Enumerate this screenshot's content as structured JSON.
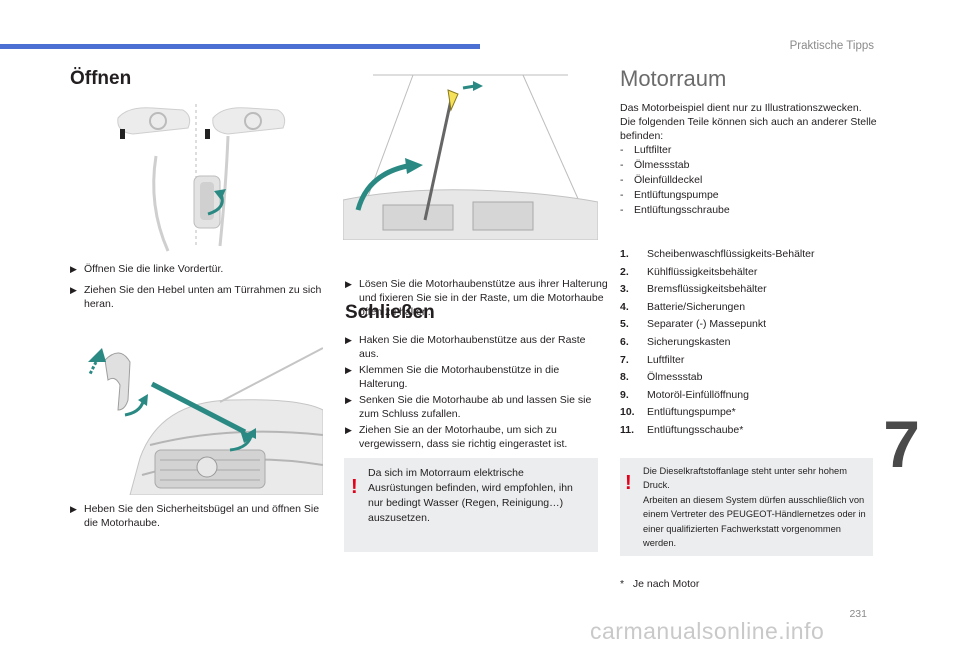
{
  "header": {
    "section": "Praktische Tipps"
  },
  "col1": {
    "title": "Öffnen",
    "bullets": [
      "Öffnen Sie die linke Vordertür.",
      "Ziehen Sie den Hebel unten am Türrahmen zu sich heran."
    ],
    "bullet3": "Heben Sie den Sicherheitsbügel an und öffnen Sie die Motorhaube."
  },
  "col2": {
    "bullet1": "Lösen Sie die Motorhaubenstütze aus ihrer Halterung und fixieren Sie sie in der Raste, um die Motorhaube offen zu halten.",
    "close_title": "Schließen",
    "close_bullets": [
      "Haken Sie die Motorhaubenstütze aus der Raste aus.",
      "Klemmen Sie die Motorhaubenstütze in die Halterung.",
      "Senken Sie die Motorhaube ab und lassen Sie sie zum Schluss zufallen.",
      "Ziehen Sie an der Motorhaube, um sich zu vergewissern, dass sie richtig eingerastet ist."
    ],
    "warning": "Da sich im Motorraum elektrische Ausrüstungen befinden, wird empfohlen, ihn nur bedingt Wasser (Regen, Reinigung…) auszusetzen."
  },
  "col3": {
    "title": "Motorraum",
    "intro1": "Das Motorbeispiel dient nur zu Illustrationszwecken.",
    "intro2": "Die folgenden Teile können sich auch an anderer Stelle befinden:",
    "dash_items": [
      "Luftfilter",
      "Ölmessstab",
      "Öleinfülldeckel",
      "Entlüftungspumpe",
      "Entlüftungsschraube"
    ],
    "numbered": [
      {
        "n": "1.",
        "t": "Scheibenwaschflüssigkeits-Behälter"
      },
      {
        "n": "2.",
        "t": "Kühlflüssigkeitsbehälter"
      },
      {
        "n": "3.",
        "t": "Bremsflüssigkeitsbehälter"
      },
      {
        "n": "4.",
        "t": "Batterie/Sicherungen"
      },
      {
        "n": "5.",
        "t": "Separater (-) Massepunkt"
      },
      {
        "n": "6.",
        "t": "Sicherungskasten"
      },
      {
        "n": "7.",
        "t": "Luftfilter"
      },
      {
        "n": "8.",
        "t": "Ölmessstab"
      },
      {
        "n": "9.",
        "t": "Motoröl-Einfüllöffnung"
      },
      {
        "n": "10.",
        "t": "Entlüftungspumpe*"
      },
      {
        "n": "11.",
        "t": "Entlüftungsschaube*"
      }
    ],
    "warning1": "Die Dieselkraftstoffanlage steht unter sehr hohem Druck.",
    "warning2": "Arbeiten an diesem System dürfen ausschließlich von einem Vertreter des PEUGEOT-Händlernetzes oder in einer qualifizierten Fachwerkstatt vorgenommen werden.",
    "footnote_mark": "*",
    "footnote": "Je nach Motor"
  },
  "chapter": "7",
  "page_number": "231",
  "watermark": "carmanualsonline.info",
  "icons": {
    "bullet": "triangle-bullet-icon",
    "warning": "exclamation-icon"
  },
  "colors": {
    "accent_bar": "#4c6fd3",
    "arrow": "#2a8a83",
    "warning_mark": "#e2001a",
    "warning_bg": "#ebedee"
  }
}
